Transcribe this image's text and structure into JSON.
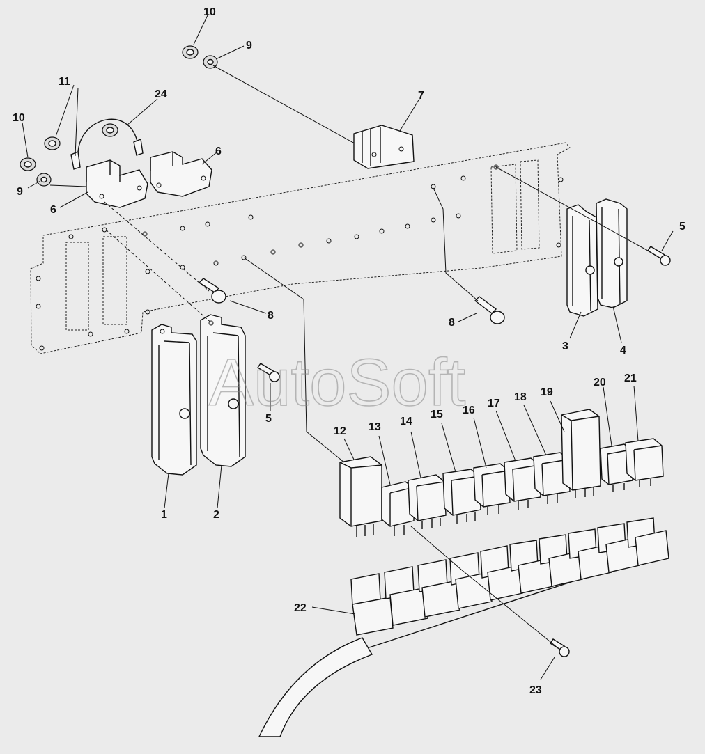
{
  "watermark": "AutoSoft",
  "callouts": [
    "1",
    "2",
    "3",
    "4",
    "5",
    "5",
    "6",
    "6",
    "7",
    "8",
    "8",
    "9",
    "9",
    "10",
    "10",
    "11",
    "12",
    "13",
    "14",
    "15",
    "16",
    "17",
    "18",
    "19",
    "20",
    "21",
    "22",
    "23",
    "24"
  ]
}
